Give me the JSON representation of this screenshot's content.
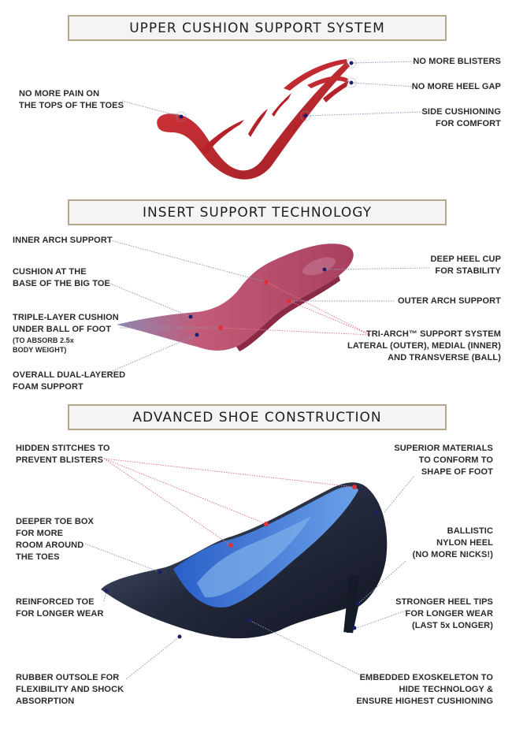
{
  "sections": [
    {
      "title": "UPPER CUSHION SUPPORT SYSTEM",
      "labels": {
        "toes": [
          "NO MORE PAIN ON",
          "THE TOPS OF THE TOES"
        ],
        "blisters": [
          "NO MORE BLISTERS"
        ],
        "heel_gap": [
          "NO MORE HEEL GAP"
        ],
        "side": [
          "SIDE CUSHIONING",
          "FOR COMFORT"
        ]
      }
    },
    {
      "title": "INSERT SUPPORT TECHNOLOGY",
      "labels": {
        "inner_arch": [
          "INNER ARCH SUPPORT"
        ],
        "big_toe": [
          "CUSHION AT THE",
          "BASE OF THE BIG TOE"
        ],
        "triple_layer": [
          "TRIPLE-LAYER CUSHION",
          "UNDER BALL OF FOOT"
        ],
        "triple_layer_note": [
          "(TO ABSORB 2.5x",
          "BODY WEIGHT)"
        ],
        "dual_foam": [
          "OVERALL DUAL-LAYERED",
          "FOAM SUPPORT"
        ],
        "heel_cup": [
          "DEEP HEEL CUP",
          "FOR STABILITY"
        ],
        "outer_arch": [
          "OUTER ARCH SUPPORT"
        ],
        "tri_arch": [
          "TRI-ARCH™ SUPPORT SYSTEM",
          "LATERAL (OUTER), MEDIAL (INNER)",
          "AND TRANSVERSE (BALL)"
        ]
      }
    },
    {
      "title": "ADVANCED SHOE CONSTRUCTION",
      "labels": {
        "stitches": [
          "HIDDEN STITCHES TO",
          "PREVENT BLISTERS"
        ],
        "toe_box": [
          "DEEPER TOE BOX",
          "FOR MORE",
          "ROOM AROUND",
          "THE TOES"
        ],
        "reinforced_toe": [
          "REINFORCED TOE",
          "FOR LONGER WEAR"
        ],
        "outsole": [
          "RUBBER OUTSOLE FOR",
          "FLEXIBILITY AND SHOCK",
          "ABSORPTION"
        ],
        "materials": [
          "SUPERIOR MATERIALS",
          "TO CONFORM TO",
          "SHAPE OF FOOT"
        ],
        "nylon_heel": [
          "BALLISTIC",
          "NYLON HEEL",
          "(NO MORE NICKS!)"
        ],
        "heel_tips": [
          "STRONGER HEEL TIPS",
          "FOR LONGER WEAR",
          "(LAST 5x LONGER)"
        ],
        "exoskeleton": [
          "EMBEDDED EXOSKELETON TO",
          "HIDE TECHNOLOGY &",
          "ENSURE HIGHEST CUSHIONING"
        ]
      }
    }
  ],
  "colors": {
    "title_border": "#b4a78a",
    "title_bg": "#f5f3f4",
    "upper_red": "#c0272d",
    "insert_pink": "#b84a6a",
    "shoe_navy": "#1c2233",
    "shoe_lining": "#2f6fd0",
    "leader_blue": "#8a9bb8",
    "leader_red": "#e07a86",
    "dot": "#1b1f6b"
  }
}
